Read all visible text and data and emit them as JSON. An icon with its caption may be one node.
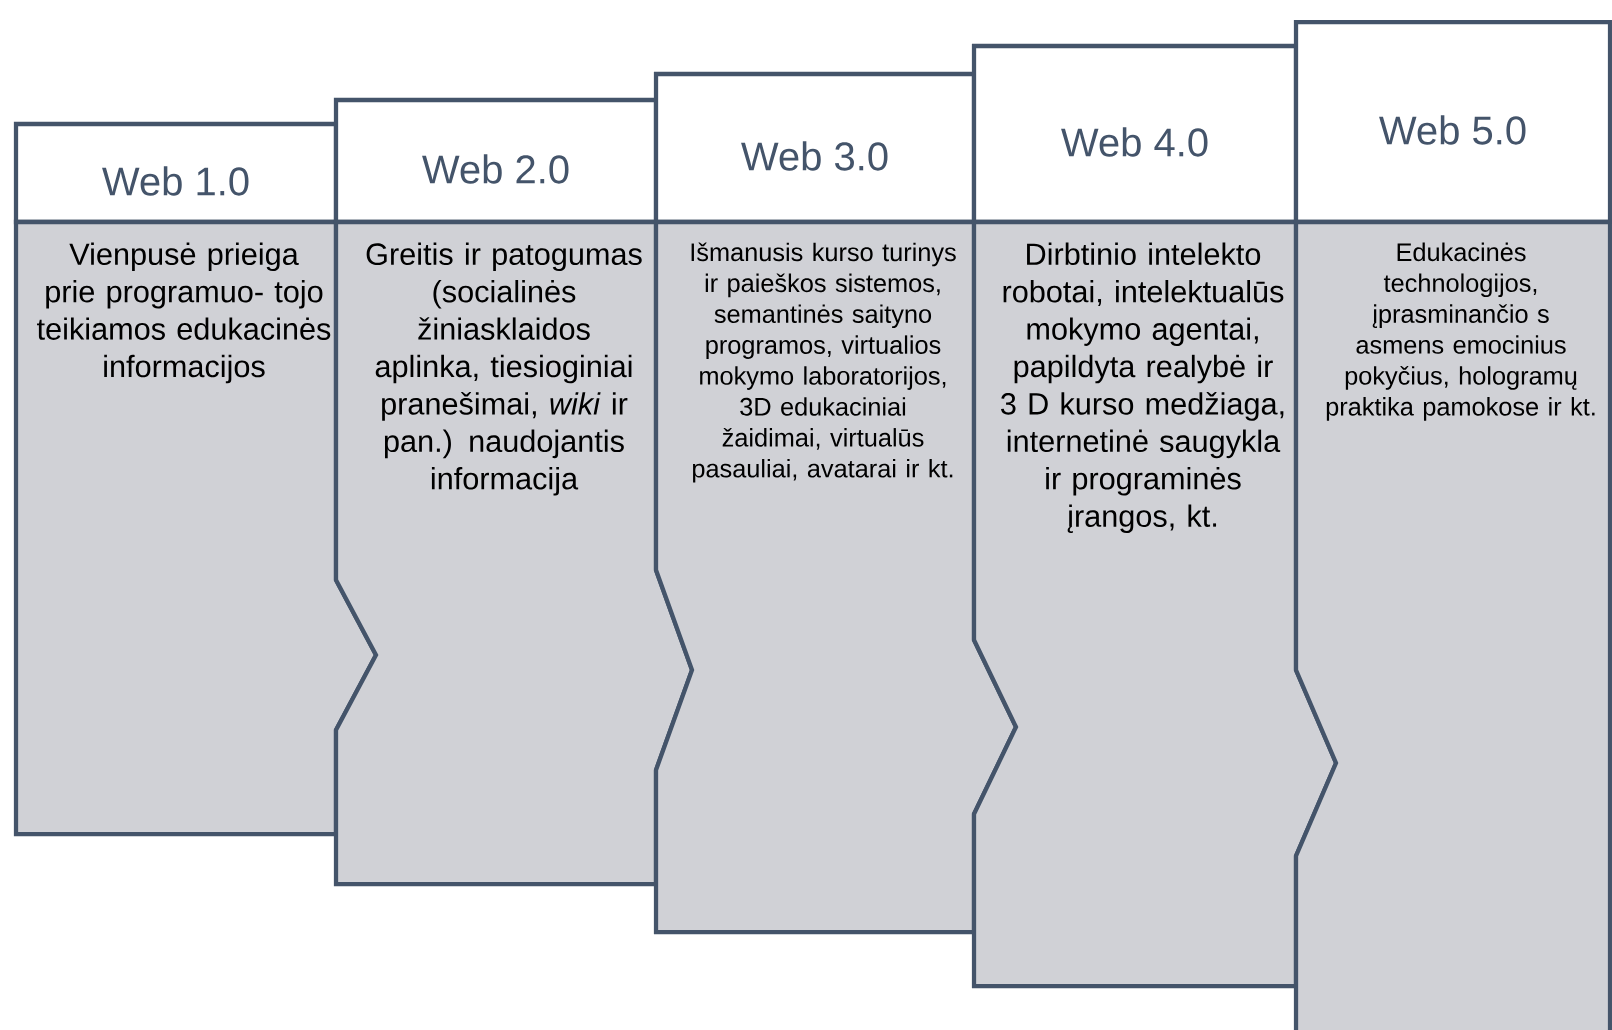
{
  "diagram": {
    "nodes": [
      {
        "text": [
          "Web 1.0"
        ]
      },
      {
        "text": [
          "Vienpusė prieiga prie programuo- tojo teikiamos edukacinės informacijos"
        ]
      },
      {
        "text": [
          "Web 2.0"
        ]
      },
      {
        "text": [
          "Greitis ir patogumas (socialinės žiniasklaidos aplinka, tiesioginiai pranešimai, *wiki* ir pan.) naudojantis informacija"
        ]
      },
      {
        "text": [
          "Web 3.0"
        ]
      },
      {
        "text": [
          "Išmanusis kurso turinys ir paieškos sistemos, semantinės saityno programos, virtualios mokymo laboratorijos, 3D edukaciniai žaidimai, virtualūs pasauliai, avatarai ir kt."
        ]
      },
      {
        "text": [
          "Web 4.0"
        ]
      },
      {
        "text": [
          "Dirbtinio intelekto robotai, intelektualūs mokymo agentai, papildyta realybė ir 3 D kurso medžiaga, internetinė saugykla ir programinės įrangos, kt."
        ]
      },
      {
        "text": [
          "Web 5.0"
        ]
      },
      {
        "text": [
          "Edukacinės technologijos, įprasminančio s asmens emocinius pokyčius, hologramų praktika pamokose ir kt."
        ]
      }
    ]
  }
}
